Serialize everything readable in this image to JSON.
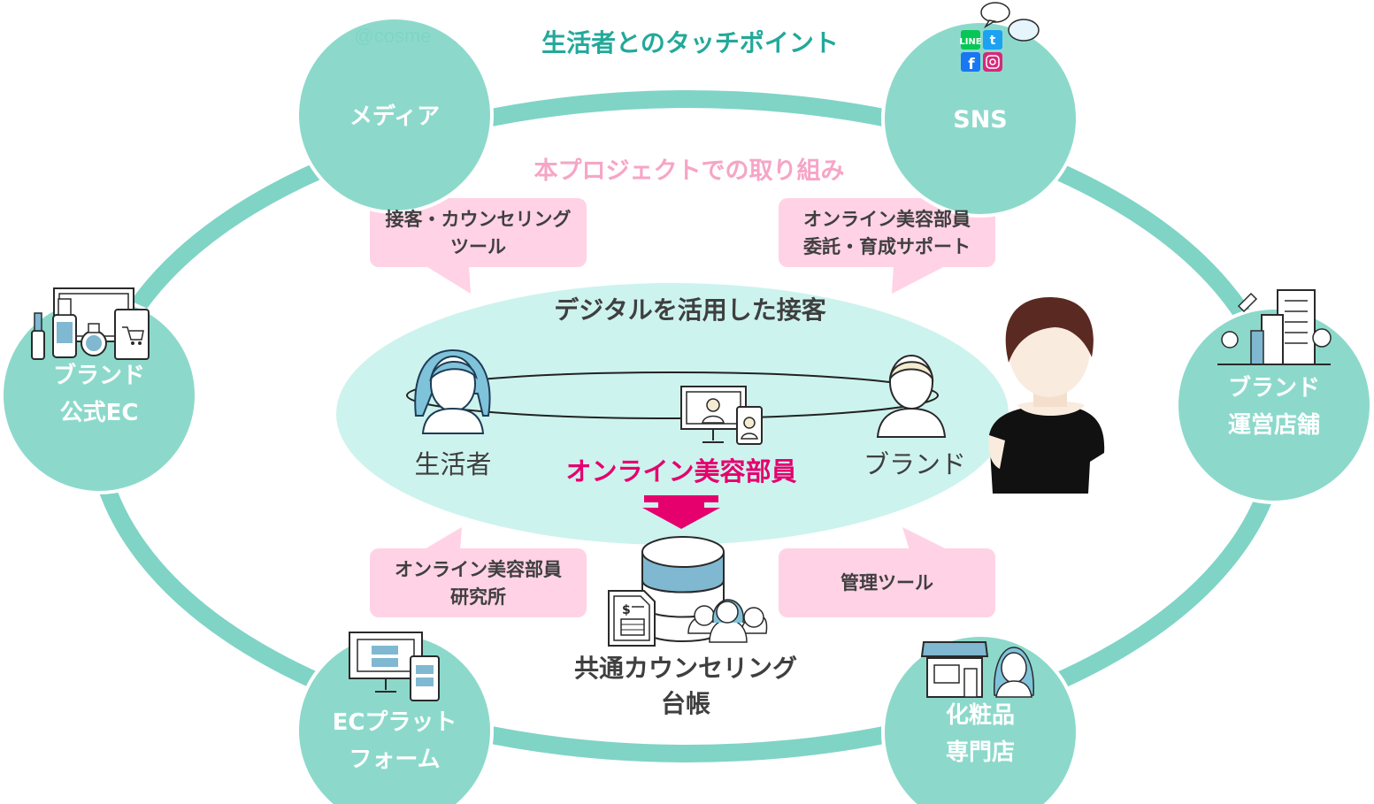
{
  "title": "生活者とのタッチポイント",
  "subtitle": "本プロジェクトでの取り組み",
  "cosme_logo": "@cosme",
  "colors": {
    "ring": "#7fd4c6",
    "node": "#8cd9cb",
    "title": "#22a999",
    "subtitle": "#f6a5c6",
    "bubble": "#ffd2e5",
    "inner_ellipse": "#cdf3ee",
    "accent_pink": "#e5006e",
    "text_dark": "#3f3f3f"
  },
  "nodes": {
    "media": "メディア",
    "sns": "SNS",
    "brand_ec": [
      "ブランド",
      "公式EC"
    ],
    "brand_store": [
      "ブランド",
      "運営店舗"
    ],
    "ec_platform": [
      "ECプラット",
      "フォーム"
    ],
    "cosmetics_store": [
      "化粧品",
      "専門店"
    ]
  },
  "bubbles": {
    "top_left": [
      "接客・カウンセリング",
      "ツール"
    ],
    "top_right": [
      "オンライン美容部員",
      "委託・育成サポート"
    ],
    "bottom_left": [
      "オンライン美容部員",
      "研究所"
    ],
    "bottom_right": [
      "管理ツール"
    ]
  },
  "center": {
    "heading": "デジタルを活用した接客",
    "consumer": "生活者",
    "brand": "ブランド",
    "online_bc": "オンライン美容部員"
  },
  "ledger": [
    "共通カウンセリング",
    "台帳"
  ],
  "icons": [
    "cosme-logo",
    "sns-icons",
    "consumer-icon",
    "brand-staff-icon",
    "beauty-advisor-illustration",
    "video-call-icon",
    "database-icon",
    "document-icon",
    "people-group-icon",
    "ec-devices-icon",
    "cosmetics-bottles-icon",
    "city-store-icon",
    "shop-icon",
    "shop-staff-icon"
  ]
}
